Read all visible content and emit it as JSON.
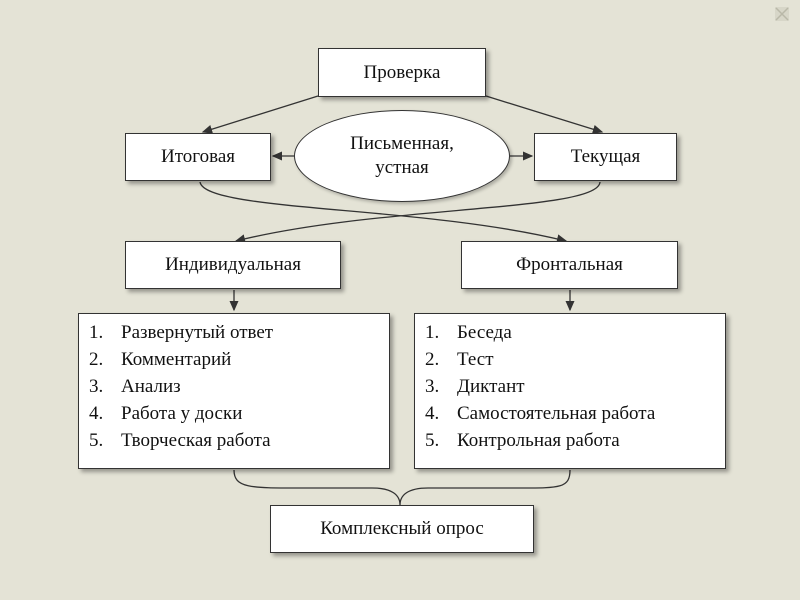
{
  "diagram": {
    "root": "Проверка",
    "final": "Итоговая",
    "current": "Текущая",
    "forms": [
      "Письменная,",
      "устная"
    ],
    "individual": "Индивидуальная",
    "frontal": "Фронтальная",
    "individual_items": [
      {
        "num": "1.",
        "text": "Развернутый ответ"
      },
      {
        "num": "2.",
        "text": "Комментарий"
      },
      {
        "num": "3.",
        "text": "Анализ"
      },
      {
        "num": "4.",
        "text": "Работа у доски"
      },
      {
        "num": "5.",
        "text": "Творческая работа"
      }
    ],
    "frontal_items": [
      {
        "num": "1.",
        "text": "Беседа"
      },
      {
        "num": "2.",
        "text": "Тест"
      },
      {
        "num": "3.",
        "text": "Диктант"
      },
      {
        "num": "4.",
        "text": "Самостоятельная работа"
      },
      {
        "num": "5.",
        "text": "Контрольная работа"
      }
    ],
    "complex": "Комплексный опрос"
  },
  "colors": {
    "background": "#e4e3d6",
    "box_fill": "#ffffff",
    "line": "#333333"
  },
  "icons": {
    "corner": "slide-corner-mark-icon"
  }
}
